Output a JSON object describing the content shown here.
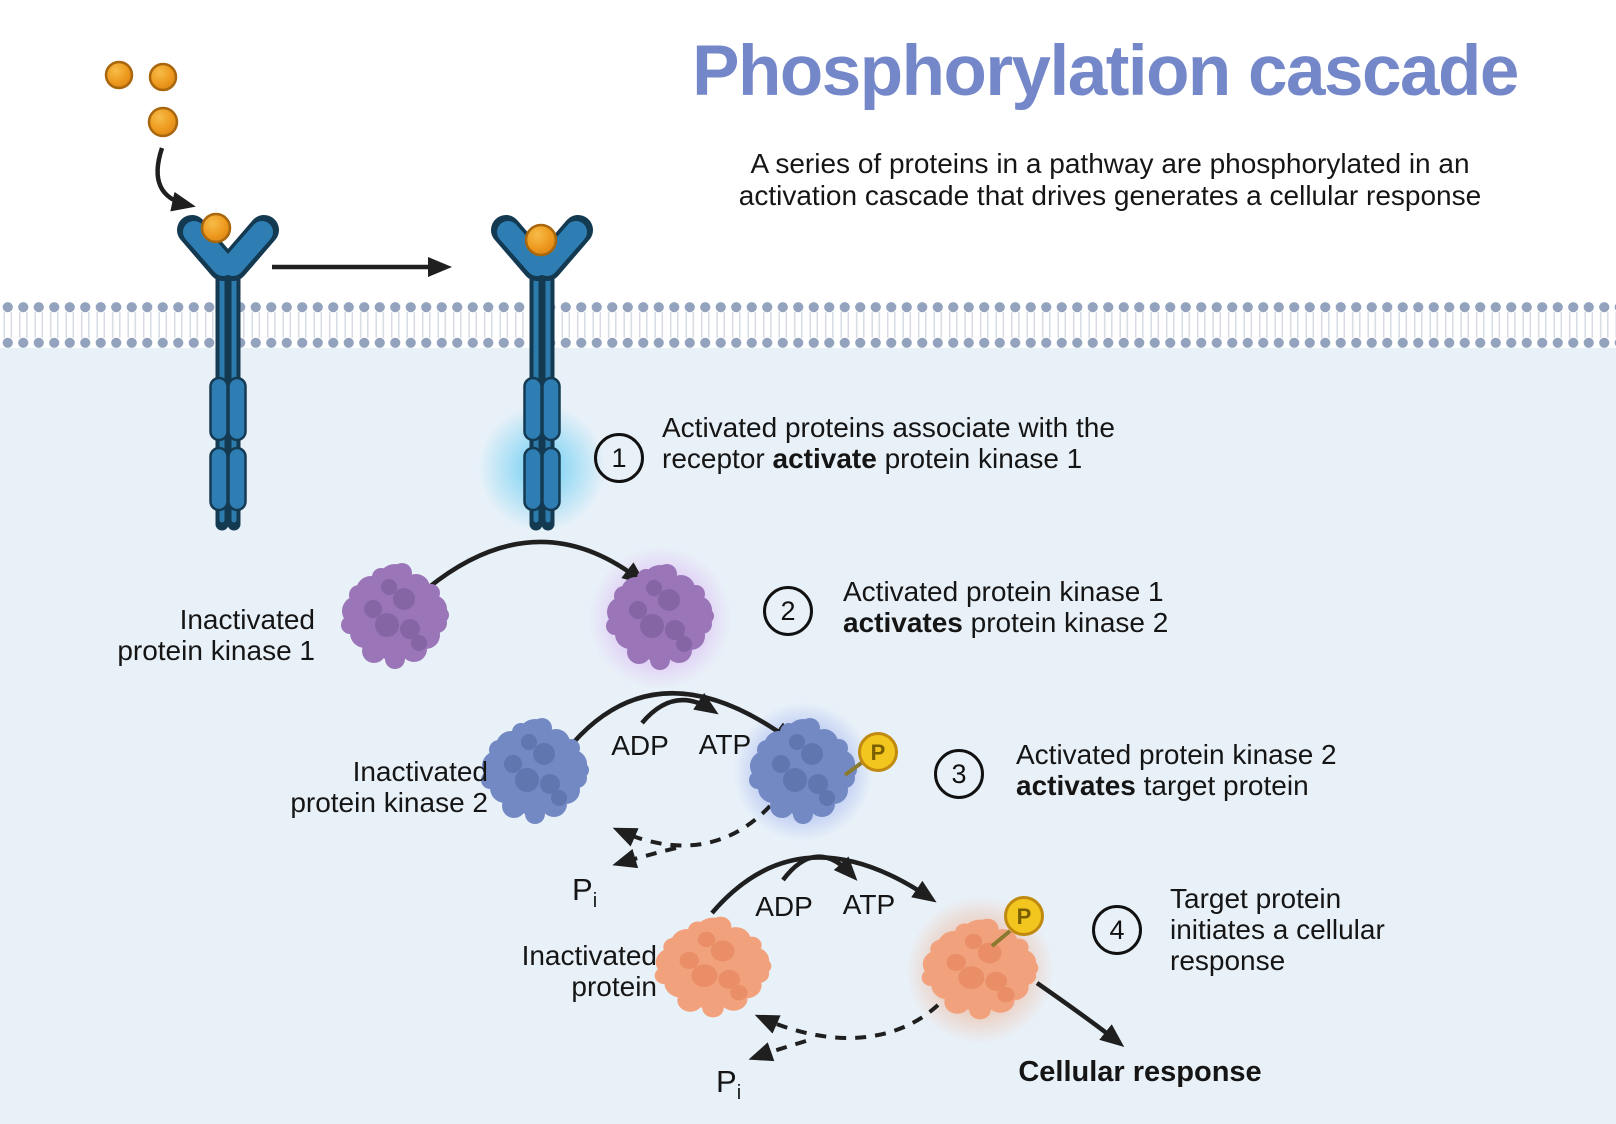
{
  "title": "Phosphorylation cascade",
  "subtitle": {
    "line1": "A series of proteins in a pathway are phosphorylated in an",
    "line2": "activation cascade that drives generates a cellular response"
  },
  "steps": [
    {
      "number": "1",
      "text_before": "Activated proteins associate with the receptor ",
      "text_bold": "activate",
      "text_after": " protein kinase 1"
    },
    {
      "number": "2",
      "text_before": "Activated protein kinase 1 ",
      "text_bold": "activates",
      "text_after": " protein kinase 2"
    },
    {
      "number": "3",
      "text_before": "Activated protein kinase 2 ",
      "text_bold": "activates",
      "text_after": " target protein"
    },
    {
      "number": "4",
      "text_before": "Target protein initiates a cellular response",
      "text_bold": "",
      "text_after": ""
    }
  ],
  "labels": {
    "inactive_pk1": "Inactivated protein kinase 1",
    "inactive_pk2": "Inactivated protein kinase 2",
    "inactive_protein": "Inactivated protein",
    "adp": "ADP",
    "atp": "ATP",
    "pi_symbol": "P",
    "pi_sub": "i",
    "phosphate": "P",
    "cellular_response": "Cellular response"
  },
  "colors": {
    "title": "#7487c9",
    "text": "#151515",
    "bg_upper": "#ffffff",
    "bg_lower": "#e9f1f8",
    "mem_head": "#93a3bd",
    "mem_tail": "#d9dee6",
    "receptor": "#2e7eb4",
    "receptor_dark": "#143a52",
    "ligand": "#ee9b1f",
    "ligand_dark": "#a8660d",
    "kinase1_purple": "#9a76b8",
    "kinase1_purple_dark": "#8565a4",
    "kinase2_blue": "#7389c3",
    "kinase2_blue_dark": "#5f76af",
    "target_orange": "#f2a17d",
    "target_orange_dark": "#e98e66",
    "glow_cyan": "#55c8f2",
    "glow_purple": "#cf8ff0",
    "glow_blue": "#5a78e8",
    "glow_orange": "#f08c58",
    "badge_yellow": "#f3c51f",
    "badge_border": "#c08a10",
    "badge_text": "#7a5f00",
    "arrow": "#1f1f1f"
  }
}
